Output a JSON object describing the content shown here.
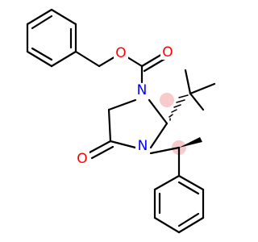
{
  "molecule": {
    "atom_labels": {
      "ester_oxygen": "O",
      "carbonyl_oxygen_carbamate": "O",
      "ring_nitrogen_1": "N",
      "ring_nitrogen_3": "N",
      "carbonyl_oxygen_lactam": "O"
    },
    "colors": {
      "bond": "#000000",
      "oxygen": "#ff0000",
      "nitrogen": "#0000ff",
      "stereo_highlight": "#f0a0a0"
    }
  }
}
